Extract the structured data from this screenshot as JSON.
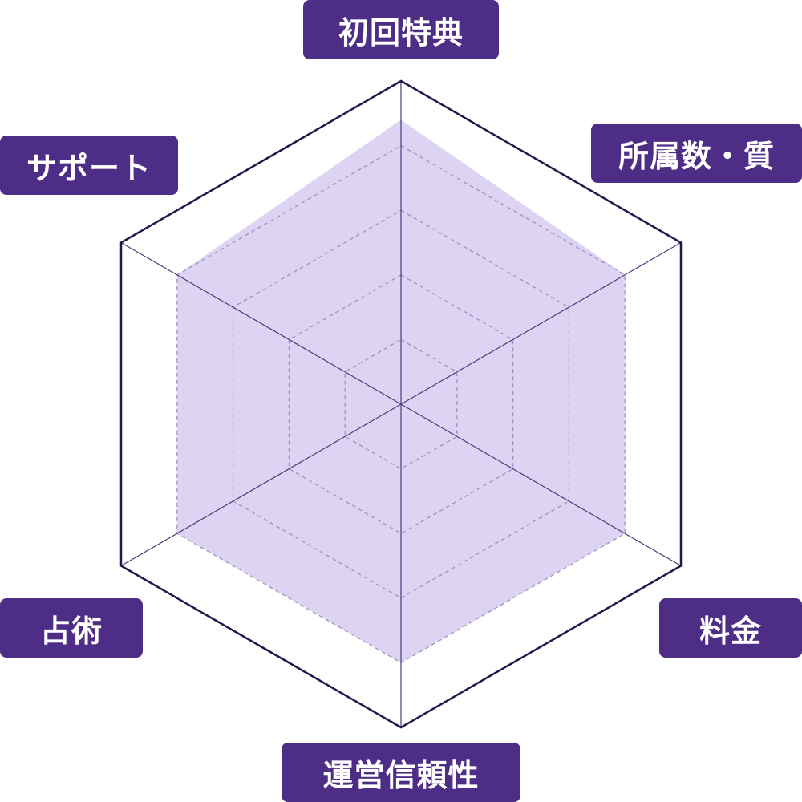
{
  "colors": {
    "label_bg": "#4e2d86",
    "label_text": "#ffffff",
    "frame": "#1b1b4b",
    "spoke": "#4a3a80",
    "grid": "#9e94bb",
    "fill": "#ddd3f3"
  },
  "chart_data": {
    "type": "radar",
    "categories": [
      "初回特典",
      "所属数・質",
      "料金",
      "運営信頼性",
      "占術",
      "サポート"
    ],
    "values": [
      4.4,
      4.0,
      4.0,
      4.0,
      4.0,
      4.0
    ],
    "rlim": [
      0,
      5
    ],
    "grid_levels": [
      1,
      2,
      3,
      4
    ],
    "grid": true
  }
}
